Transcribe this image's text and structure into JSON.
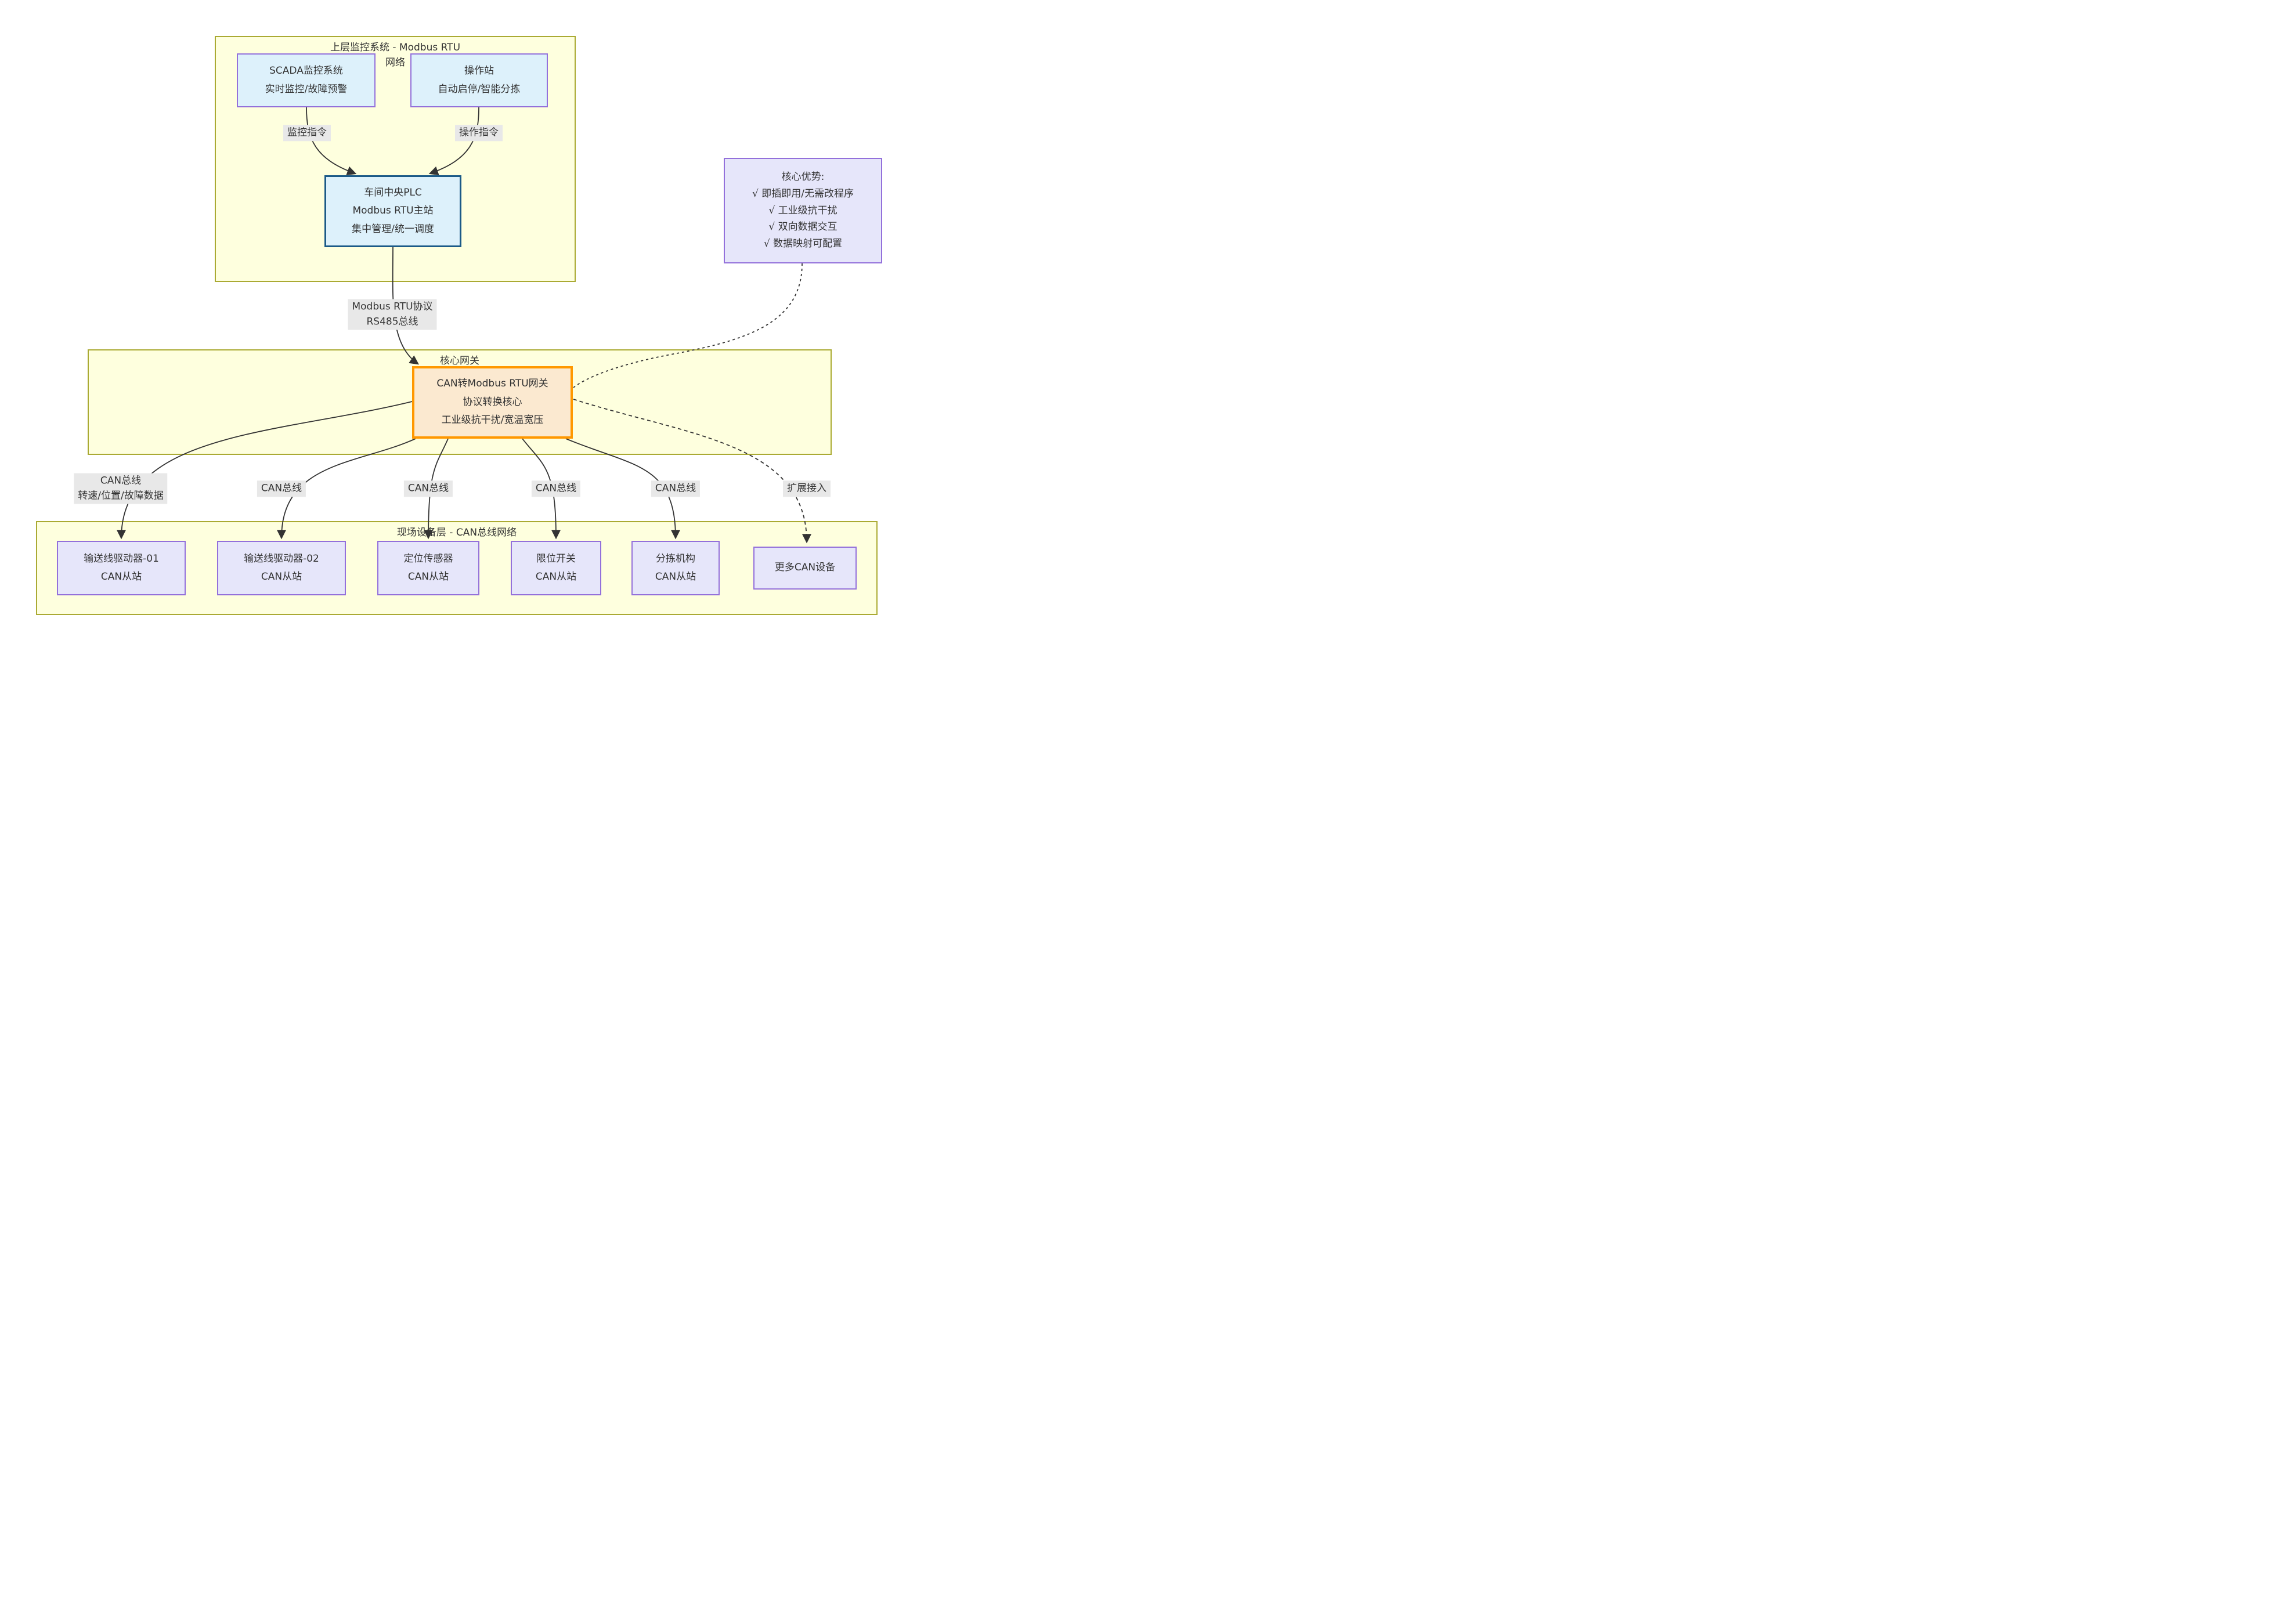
{
  "top_group": {
    "title_line1": "上层监控系统 - Modbus RTU",
    "title_line2": "网络"
  },
  "gateway_group": {
    "title": "核心网关"
  },
  "device_group": {
    "title": "现场设备层 - CAN总线网络"
  },
  "nodes": {
    "scada": {
      "line1": "SCADA监控系统",
      "line2": "实时监控/故障预警"
    },
    "operator": {
      "line1": "操作站",
      "line2": "自动启停/智能分拣"
    },
    "plc": {
      "line1": "车间中央PLC",
      "line2": "Modbus RTU主站",
      "line3": "集中管理/统一调度"
    },
    "gateway": {
      "line1": "CAN转Modbus RTU网关",
      "line2": "协议转换核心",
      "line3": "工业级抗干扰/宽温宽压"
    },
    "advantages": {
      "title": "核心优势:",
      "items": [
        "√ 即插即用/无需改程序",
        "√ 工业级抗干扰",
        "√ 双向数据交互",
        "√ 数据映射可配置"
      ]
    }
  },
  "edge_labels": {
    "monitor": "监控指令",
    "operate": "操作指令",
    "modbus_line1": "Modbus RTU协议",
    "modbus_line2": "RS485总线",
    "can_detail_line1": "CAN总线",
    "can_detail_line2": "转速/位置/故障数据",
    "can": "CAN总线",
    "extension": "扩展接入"
  },
  "devices": [
    {
      "line1": "输送线驱动器-01",
      "line2": "CAN从站"
    },
    {
      "line1": "输送线驱动器-02",
      "line2": "CAN从站"
    },
    {
      "line1": "定位传感器",
      "line2": "CAN从站"
    },
    {
      "line1": "限位开关",
      "line2": "CAN从站"
    },
    {
      "line1": "分拣机构",
      "line2": "CAN从站"
    },
    {
      "line1": "更多CAN设备"
    }
  ],
  "colors": {
    "group_fill": "#feffde",
    "group_border": "#aaaa33",
    "blue_node_fill": "#ddf1fb",
    "purple_border": "#9370db",
    "plc_border": "#1b5a87",
    "gateway_fill": "#fbe9d0",
    "gateway_border": "#ff9800",
    "lavender_fill": "#e6e6fa",
    "edge_label_bg": "#e8e8e8",
    "line": "#333333"
  }
}
